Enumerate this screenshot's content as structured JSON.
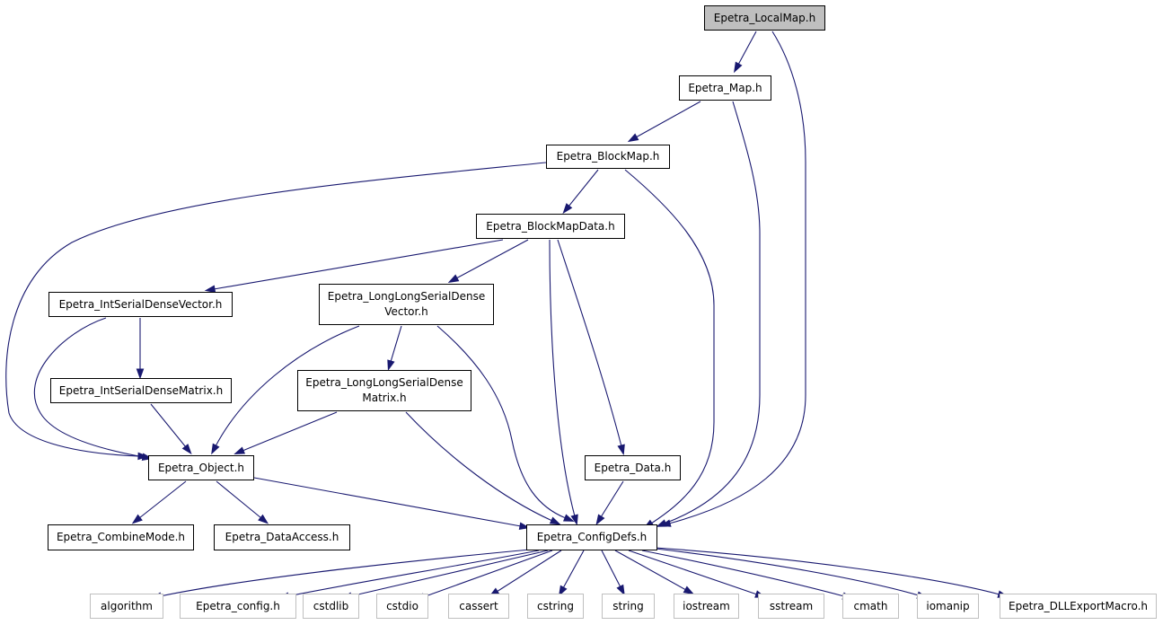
{
  "colors": {
    "edge": "#191970",
    "root_fill": "#bfbfbf",
    "ext_border": "#bfbfbf",
    "node_border": "#000000"
  },
  "nodes": {
    "local_map": "Epetra_LocalMap.h",
    "map": "Epetra_Map.h",
    "block_map": "Epetra_BlockMap.h",
    "block_map_data": "Epetra_BlockMapData.h",
    "int_sd_vector": "Epetra_IntSerialDenseVector.h",
    "ll_sd_vector": [
      "Epetra_LongLongSerialDense",
      "Vector.h"
    ],
    "int_sd_matrix": "Epetra_IntSerialDenseMatrix.h",
    "ll_sd_matrix": [
      "Epetra_LongLongSerialDense",
      "Matrix.h"
    ],
    "data": "Epetra_Data.h",
    "object": "Epetra_Object.h",
    "combine_mode": "Epetra_CombineMode.h",
    "data_access": "Epetra_DataAccess.h",
    "config_defs": "Epetra_ConfigDefs.h",
    "algorithm": "algorithm",
    "epetra_config": "Epetra_config.h",
    "cstdlib": "cstdlib",
    "cstdio": "cstdio",
    "cassert": "cassert",
    "cstring": "cstring",
    "string": "string",
    "iostream": "iostream",
    "sstream": "sstream",
    "cmath": "cmath",
    "iomanip": "iomanip",
    "dll_export": "Epetra_DLLExportMacro.h"
  },
  "edges": [
    [
      "local_map",
      "map"
    ],
    [
      "local_map",
      "config_defs"
    ],
    [
      "map",
      "block_map"
    ],
    [
      "map",
      "config_defs"
    ],
    [
      "block_map",
      "block_map_data"
    ],
    [
      "block_map",
      "object"
    ],
    [
      "block_map",
      "config_defs"
    ],
    [
      "block_map_data",
      "int_sd_vector"
    ],
    [
      "block_map_data",
      "ll_sd_vector"
    ],
    [
      "block_map_data",
      "data"
    ],
    [
      "block_map_data",
      "config_defs"
    ],
    [
      "int_sd_vector",
      "int_sd_matrix"
    ],
    [
      "int_sd_vector",
      "object"
    ],
    [
      "ll_sd_vector",
      "ll_sd_matrix"
    ],
    [
      "ll_sd_vector",
      "object"
    ],
    [
      "ll_sd_vector",
      "config_defs"
    ],
    [
      "int_sd_matrix",
      "object"
    ],
    [
      "ll_sd_matrix",
      "object"
    ],
    [
      "ll_sd_matrix",
      "config_defs"
    ],
    [
      "data",
      "config_defs"
    ],
    [
      "object",
      "combine_mode"
    ],
    [
      "object",
      "data_access"
    ],
    [
      "object",
      "config_defs"
    ],
    [
      "config_defs",
      "algorithm"
    ],
    [
      "config_defs",
      "epetra_config"
    ],
    [
      "config_defs",
      "cstdlib"
    ],
    [
      "config_defs",
      "cstdio"
    ],
    [
      "config_defs",
      "cassert"
    ],
    [
      "config_defs",
      "cstring"
    ],
    [
      "config_defs",
      "string"
    ],
    [
      "config_defs",
      "iostream"
    ],
    [
      "config_defs",
      "sstream"
    ],
    [
      "config_defs",
      "cmath"
    ],
    [
      "config_defs",
      "iomanip"
    ],
    [
      "config_defs",
      "dll_export"
    ]
  ]
}
